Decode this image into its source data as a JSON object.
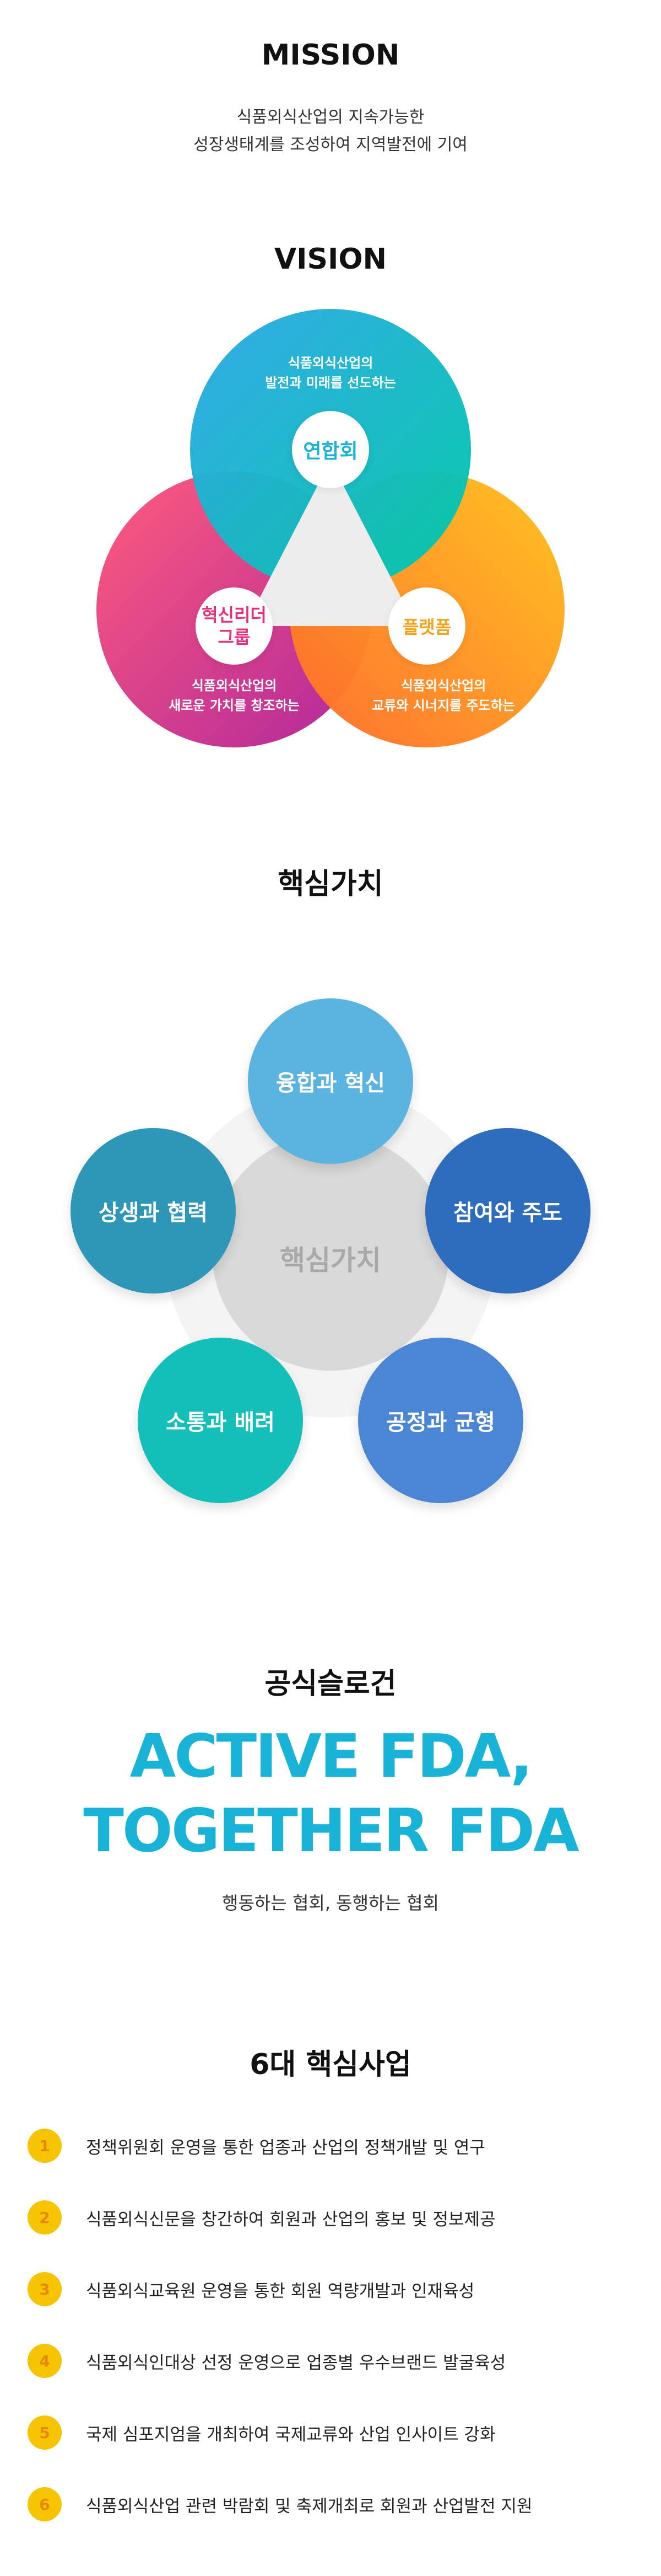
{
  "mission": {
    "title": "MISSION",
    "line1": "식품외식산업의 지속가능한",
    "line2": "성장생태계를 조성하여 지역발전에 기여"
  },
  "vision": {
    "title": "VISION",
    "top_desc_1": "식품외식산업의",
    "top_desc_2": "발전과 미래를 선도하는",
    "top_node": "연합회",
    "left_node_1": "혁신리더",
    "left_node_2": "그룹",
    "right_node": "플랫폼",
    "left_desc_1": "식품외식산업의",
    "left_desc_2": "새로운 가치를 창조하는",
    "right_desc_1": "식품외식산업의",
    "right_desc_2": "교류와 시너지를 주도하는",
    "colors": {
      "top": "#1ab3d8",
      "left": "#e8307a",
      "right": "#f7a21b"
    }
  },
  "core_values": {
    "title": "핵심가치",
    "center": "핵심가치",
    "items": [
      {
        "label": "융합과 혁신",
        "color": "#5bb3e0"
      },
      {
        "label": "참여와 주도",
        "color": "#2e6dbd"
      },
      {
        "label": "공정과 균형",
        "color": "#4a86d4"
      },
      {
        "label": "소통과 배려",
        "color": "#14bfb9"
      },
      {
        "label": "상생과 협력",
        "color": "#2e97b8"
      }
    ]
  },
  "slogan": {
    "title": "공식슬로건",
    "line1": "ACTIVE FDA,",
    "line2": "TOGETHER FDA",
    "subtitle": "행동하는 협회, 동행하는 협회",
    "color": "#1ab3d8"
  },
  "business": {
    "title": "6대 핵심사업",
    "items": [
      {
        "num": "1",
        "text": "정책위원회 운영을 통한 업종과 산업의 정책개발 및 연구"
      },
      {
        "num": "2",
        "text": "식품외식신문을 창간하여 회원과 산업의 홍보 및 정보제공"
      },
      {
        "num": "3",
        "text": "식품외식교육원 운영을 통한 회원 역량개발과 인재육성"
      },
      {
        "num": "4",
        "text": "식품외식인대상 선정 운영으로 업종별 우수브랜드 발굴육성"
      },
      {
        "num": "5",
        "text": "국제 심포지엄을 개최하여 국제교류와 산업 인사이트 강화"
      },
      {
        "num": "6",
        "text": "식품외식산업 관련 박람회 및 축제개최로 회원과 산업발전 지원"
      }
    ],
    "badge_color": "#f6c400"
  }
}
